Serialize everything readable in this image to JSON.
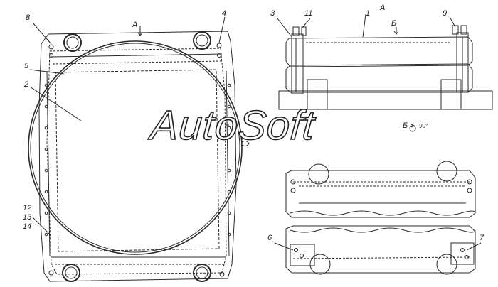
{
  "labels": {
    "n1": "1",
    "n2": "2",
    "n3": "3",
    "n4": "4",
    "n5": "5",
    "n6": "6",
    "n7": "7",
    "n8": "8",
    "n9": "9",
    "n11": "11",
    "n12": "12",
    "n13": "13",
    "n14": "14",
    "view_a_left": "А",
    "view_a_right": "А",
    "view_b_top": "Б",
    "view_b_title": "Б",
    "rotate_note": "90°"
  },
  "watermark": {
    "text": "AutoSoft"
  }
}
